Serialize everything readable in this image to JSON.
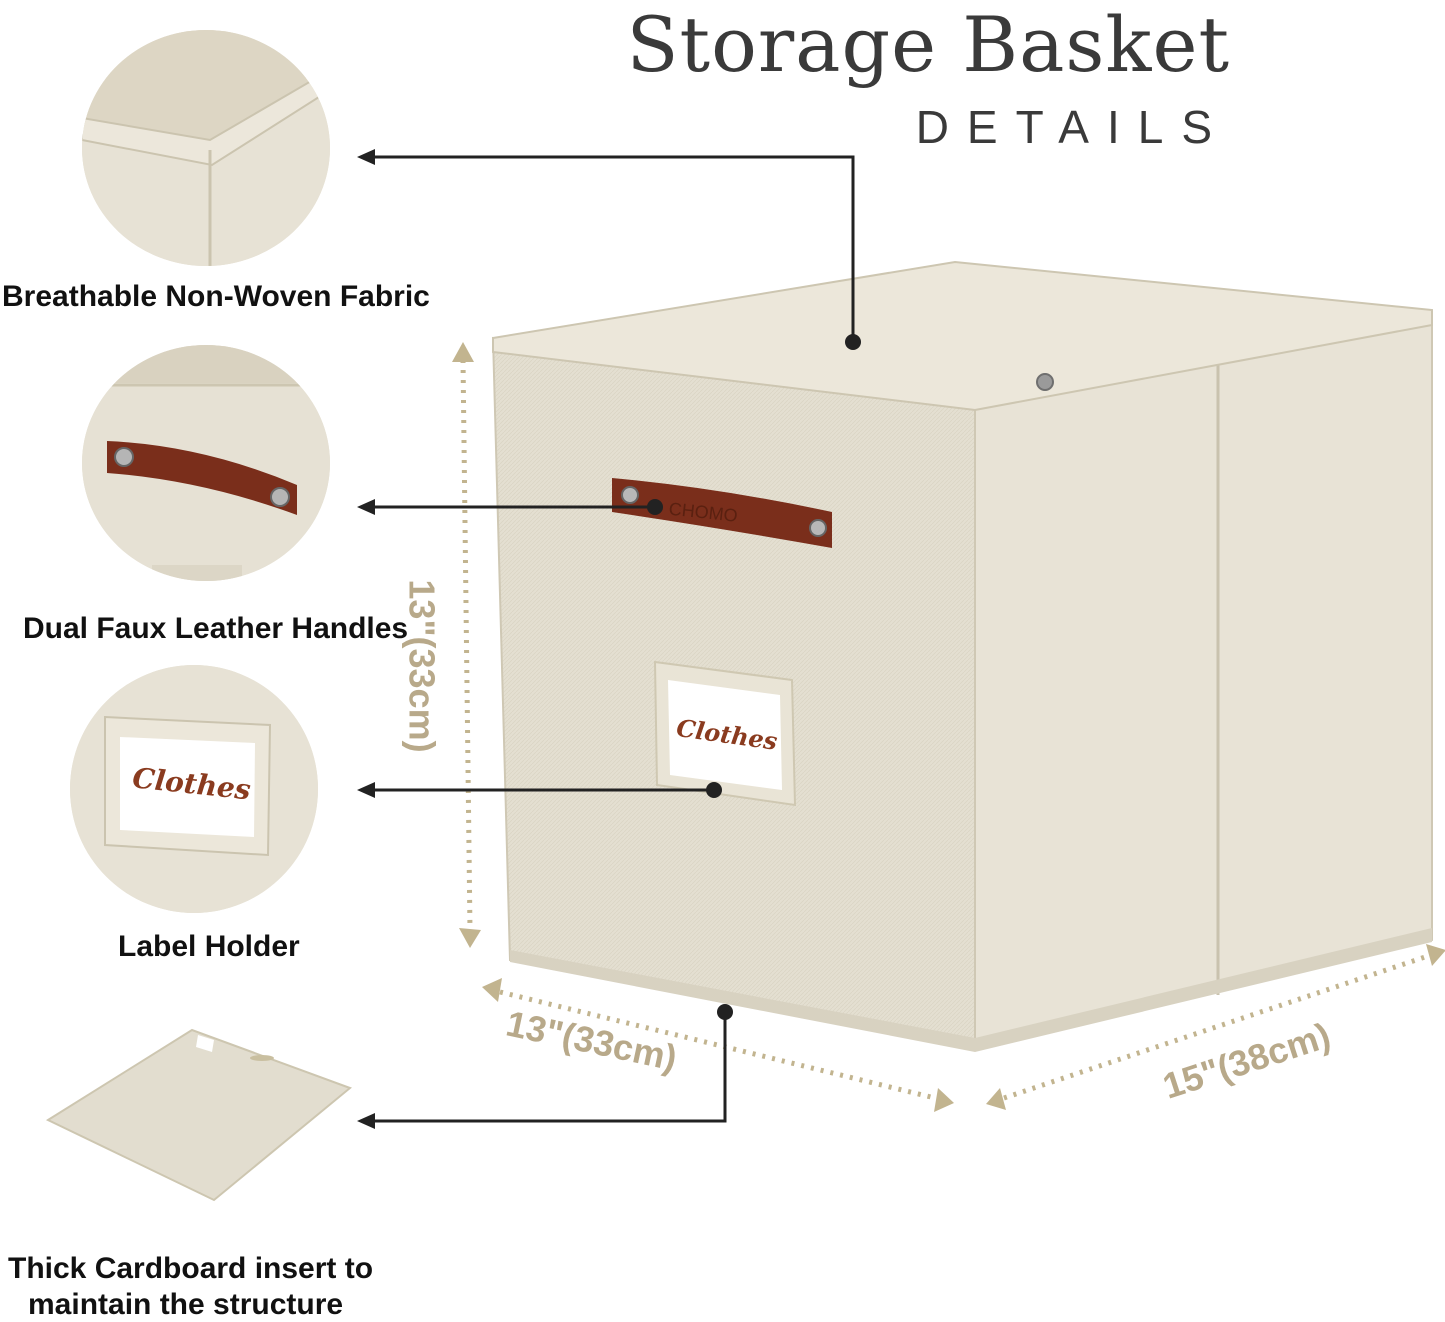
{
  "header": {
    "title": "Storage Basket",
    "subtitle": "DETAILS"
  },
  "features": [
    {
      "label": "Breathable Non-Woven Fabric",
      "icon": "fabric-corner-closeup"
    },
    {
      "label": "Dual Faux Leather Handles",
      "icon": "leather-handle-closeup"
    },
    {
      "label": "Label Holder",
      "icon": "label-holder-closeup"
    },
    {
      "label_line1": "Thick Cardboard insert to",
      "label_line2": "maintain the structure",
      "icon": "cardboard-insert"
    }
  ],
  "dimensions": {
    "height": "13\"(33cm)",
    "width": "13\"(33cm)",
    "depth": "15\"(38cm)"
  },
  "label_text": "Clothes",
  "handle_brand": "CHOMO",
  "colors": {
    "fabric": "#e4dfd1",
    "fabric_shadow": "#d6d0bf",
    "leather": "#7a2e1b",
    "dimension_line": "#c2b48f",
    "pointer": "#222222"
  }
}
